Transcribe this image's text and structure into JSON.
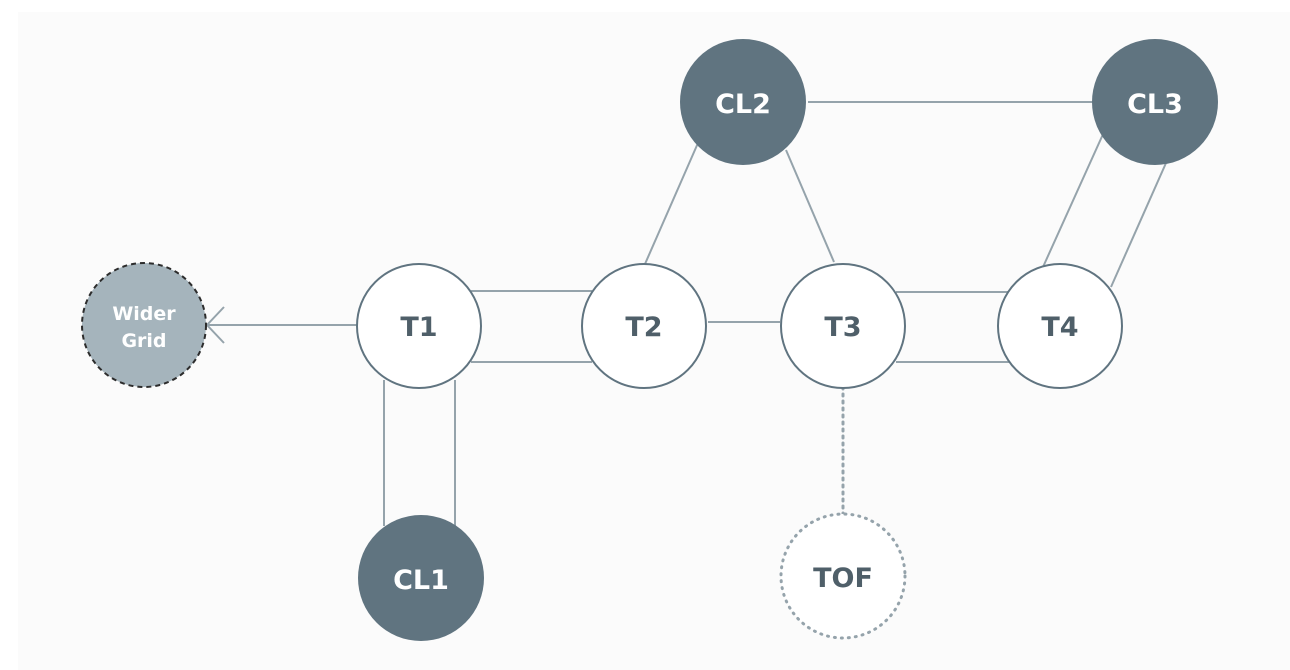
{
  "nodes": {
    "t1": {
      "label": "T1"
    },
    "t2": {
      "label": "T2"
    },
    "t3": {
      "label": "T3"
    },
    "t4": {
      "label": "T4"
    },
    "cl1": {
      "label": "CL1"
    },
    "cl2": {
      "label": "CL2"
    },
    "cl3": {
      "label": "CL3"
    },
    "tof": {
      "label": "TOF"
    },
    "wider_grid": {
      "line1": "Wider",
      "line2": "Grid"
    }
  },
  "colors": {
    "dark_node": "#607480",
    "light_node": "#ffffff",
    "grid_node": "#a5b4bc",
    "line": "#95a3ab",
    "node_border": "#607480",
    "dark_text": "#4f5f69",
    "light_text": "#ffffff",
    "dotted": "#95a3ab"
  }
}
